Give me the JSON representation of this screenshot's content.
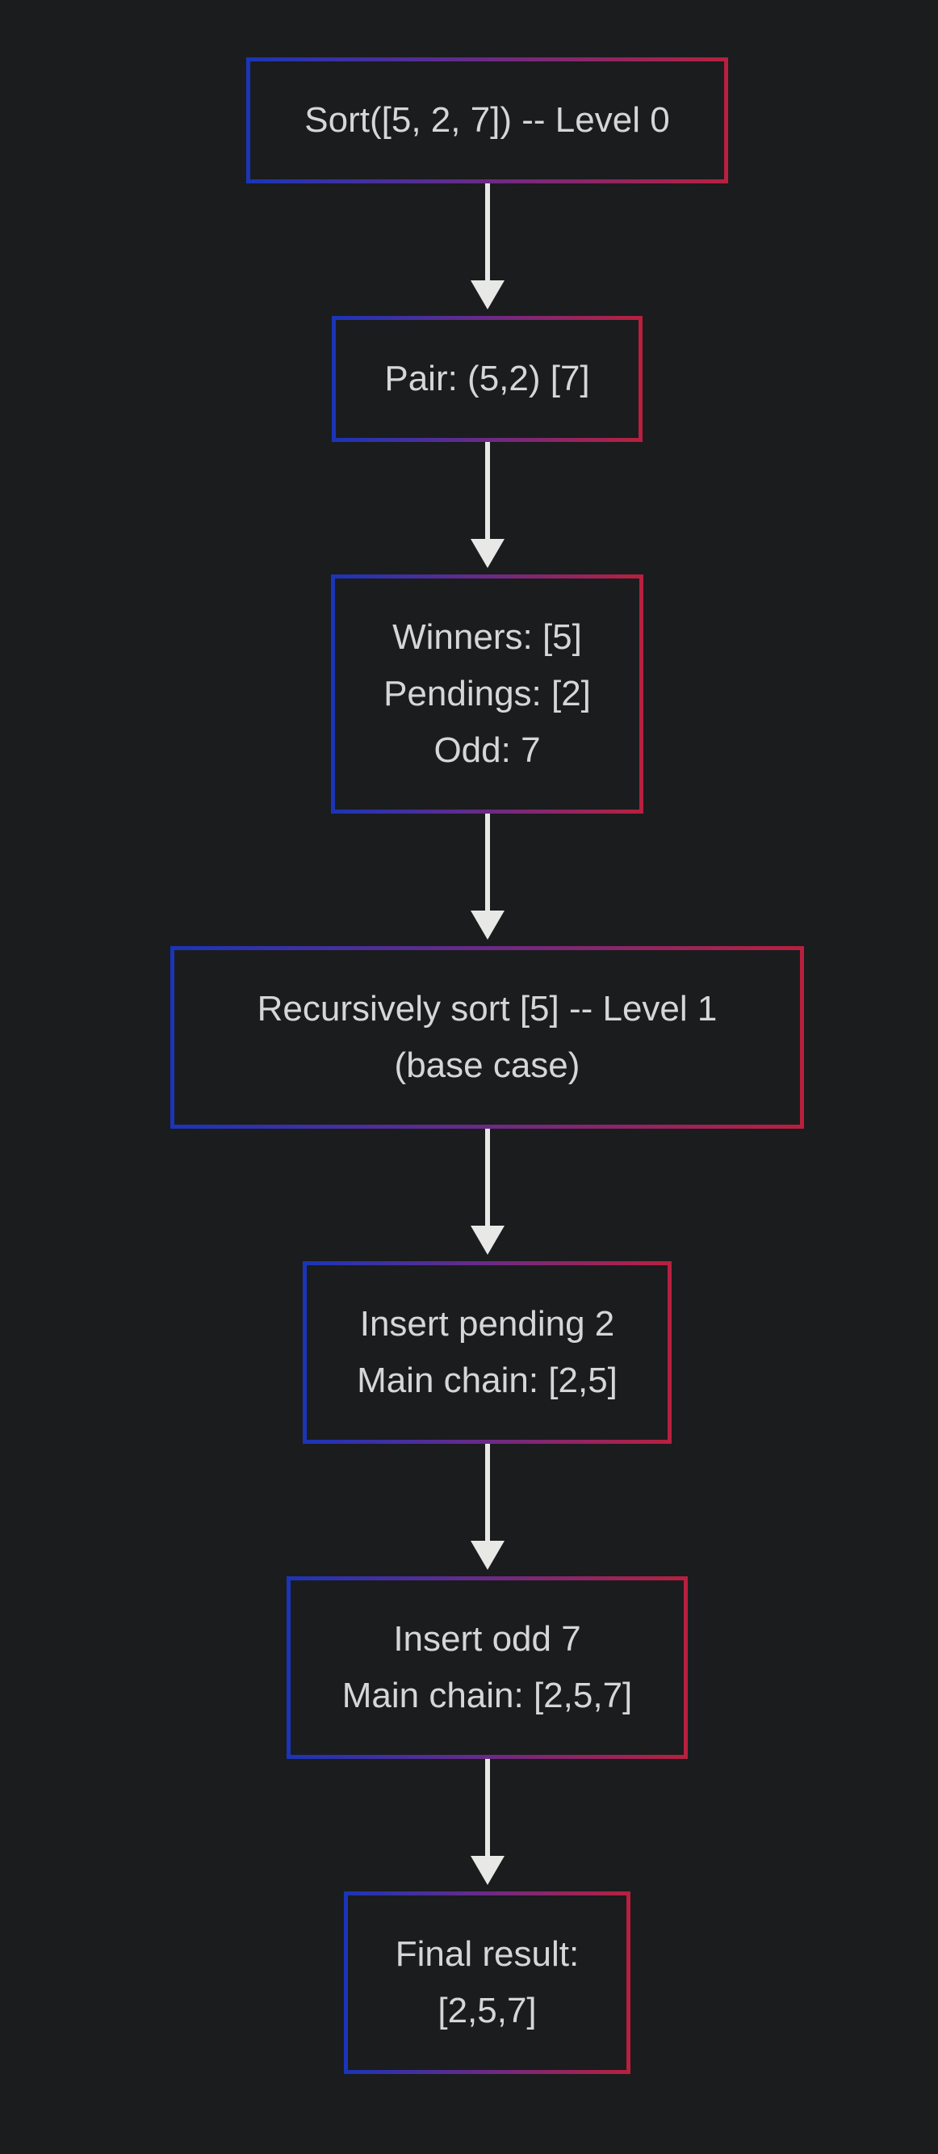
{
  "colors": {
    "background": "#1b1c1e",
    "text": "#d6d6d6",
    "border_gradient_start": "#1a35b8",
    "border_gradient_end": "#b8203e",
    "arrow": "#e8e8e6"
  },
  "nodes": [
    {
      "id": "level0",
      "lines": [
        "Sort([5, 2, 7]) -- Level 0"
      ]
    },
    {
      "id": "pair",
      "lines": [
        "Pair: (5,2) [7]"
      ]
    },
    {
      "id": "split",
      "lines": [
        "Winners: [5]",
        "Pendings: [2]",
        "Odd: 7"
      ]
    },
    {
      "id": "recurse",
      "lines": [
        "Recursively sort [5] -- Level 1",
        "(base case)"
      ]
    },
    {
      "id": "insert-pending",
      "lines": [
        "Insert pending 2",
        "Main chain: [2,5]"
      ]
    },
    {
      "id": "insert-odd",
      "lines": [
        "Insert odd 7",
        "Main chain: [2,5,7]"
      ]
    },
    {
      "id": "final",
      "lines": [
        "Final result:",
        "[2,5,7]"
      ]
    }
  ]
}
